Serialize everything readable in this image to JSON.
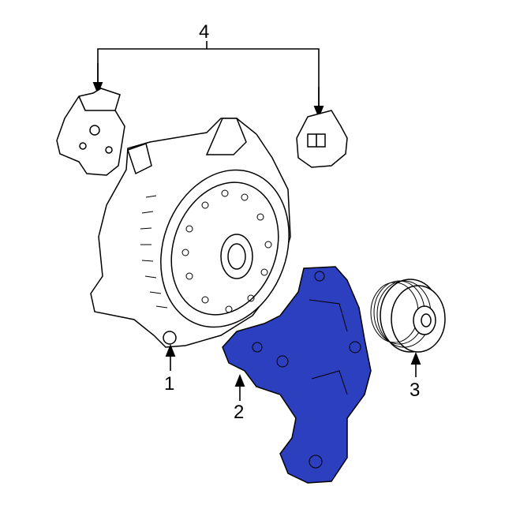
{
  "callouts": [
    {
      "number": "1"
    },
    {
      "number": "2"
    },
    {
      "number": "3"
    },
    {
      "number": "4"
    }
  ],
  "colors": {
    "highlight": "#2b3fbf",
    "line": "#000000",
    "background": "#ffffff"
  }
}
